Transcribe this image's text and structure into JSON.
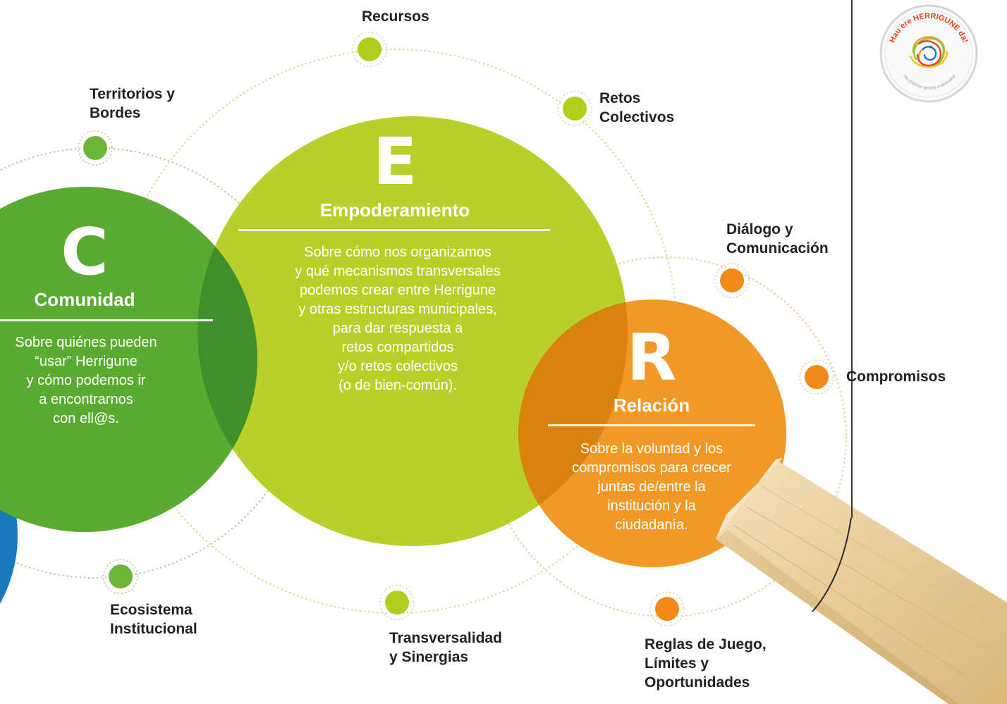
{
  "colors": {
    "comunidad": "#5aab32",
    "empoderamiento": "#b4cc1a",
    "relacion": "#f0941a",
    "blue": "#1b79bd",
    "dots_green": "#6ab636",
    "dots_lime": "#b3cd1d",
    "dots_orange": "#f18b17"
  },
  "circles": {
    "comunidad": {
      "letter": "C",
      "title": "Comunidad",
      "text": "Sobre quiénes pueden\n“usar” Herrigune\ny cómo podemos ir\na encontrarnos\ncon ell@s."
    },
    "empoderamiento": {
      "letter": "E",
      "title": "Empoderamiento",
      "text": "Sobre cómo nos organizamos\ny qué mecanismos transversales\npodemos crear entre Herrigune\ny otras estructuras municipales,\npara dar respuesta a\nretos compartidos\ny/o retos colectivos\n(o de bien-común)."
    },
    "relacion": {
      "letter": "R",
      "title": "Relación",
      "text": "Sobre la voluntad y los\ncompromisos para crecer\njuntas de/entre la\ninstitución y la\nciudadanía."
    }
  },
  "nodes": {
    "recursos": "Recursos",
    "retos": "Retos\nColectivos",
    "territorios": "Territorios y\nBordes",
    "dialogo": "Diálogo y\nComunicación",
    "compromisos": "Compromisos",
    "ecosistema": "Ecosistema\nInstitucional",
    "transversalidad": "Transversalidad\ny Sinergias",
    "reglas": "Reglas de Juego,\nLímites y\nOportunidades"
  },
  "logo": {
    "text_top": "Hau ere HERRIGUNE da!",
    "text_bottom": "eta ondorioz gizarte eraikitzailea",
    "icon": "tangled-lines-icon"
  }
}
